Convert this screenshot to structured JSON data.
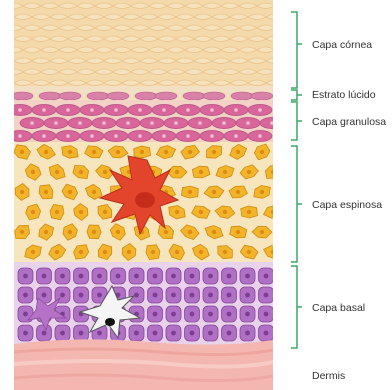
{
  "layers": [
    {
      "id": "cornea",
      "label": "Capa córnea"
    },
    {
      "id": "lucido",
      "label": "Estrato lúcido"
    },
    {
      "id": "granulosa",
      "label": "Capa granulosa"
    },
    {
      "id": "espinosa",
      "label": "Capa espinosa"
    },
    {
      "id": "basal",
      "label": "Capa basal"
    },
    {
      "id": "dermis",
      "label": "Dermis"
    }
  ],
  "colors": {
    "bracket": "#3aa865",
    "cornea": "#f3d7a6",
    "lucido": "#f6e3c2",
    "granulosa_cell": "#d9669a",
    "espinosa_cell": "#f1b52a",
    "langerhans": "#e0452e",
    "basal_cell": "#b070c5",
    "melanocyte": "#f3f3f3",
    "dermis": "#f2b2ab"
  }
}
